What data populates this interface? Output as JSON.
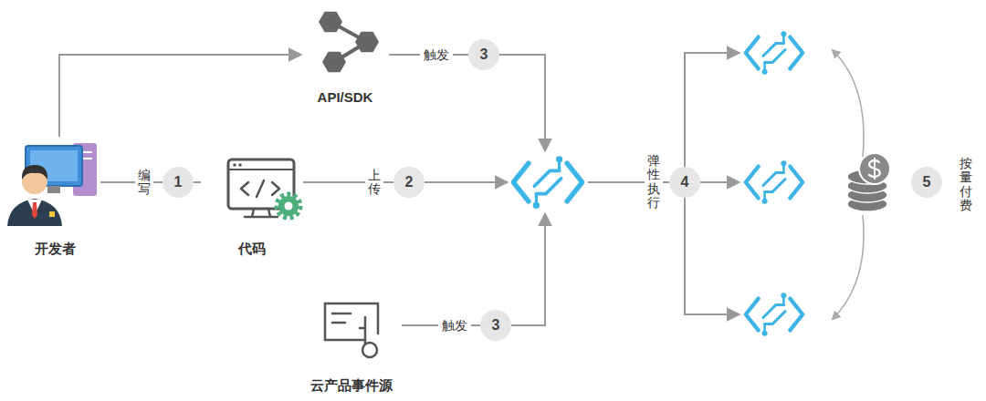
{
  "diagram": {
    "nodes": [
      {
        "text": [
          "开发者"
        ]
      },
      {
        "text": [
          "代码"
        ]
      },
      {
        "text": [
          "API/SDK"
        ]
      },
      {
        "text": [
          "云产品事件源"
        ]
      },
      {
        "text": []
      },
      {
        "text": []
      },
      {
        "text": []
      },
      {
        "text": []
      }
    ],
    "edges": [
      {
        "from": 0,
        "to": 1,
        "arrow": "none",
        "label": "编写"
      },
      {
        "from": 0,
        "to": 2,
        "arrow": "to"
      },
      {
        "from": 1,
        "to": 4,
        "arrow": "to",
        "label": "上传"
      },
      {
        "from": 2,
        "to": 4,
        "arrow": "to",
        "label": "触发"
      },
      {
        "from": 3,
        "to": 4,
        "arrow": "to",
        "label": "触发"
      },
      {
        "from": 4,
        "to": 5,
        "arrow": "to"
      },
      {
        "from": 4,
        "to": 6,
        "arrow": "to"
      },
      {
        "from": 4,
        "to": 7,
        "arrow": "to"
      }
    ],
    "labels": [
      "1",
      "2",
      "3",
      "3",
      "弹性执行",
      "4",
      "按量付费",
      "5"
    ]
  }
}
